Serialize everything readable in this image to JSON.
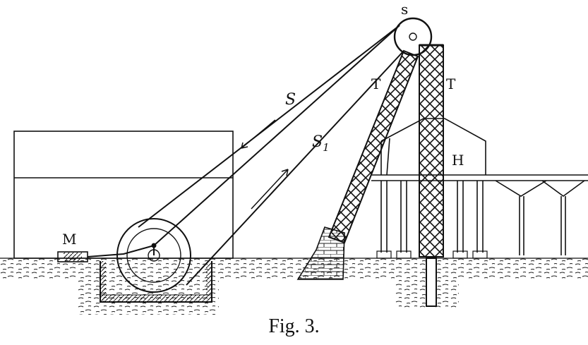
{
  "labels": {
    "sheave": "s",
    "rope_down": "S",
    "rope_up": "S",
    "rope_up_sub": "1",
    "tower_left": "T",
    "tower_right": "T",
    "house": "H",
    "motor": "M"
  },
  "caption": "Fig. 3."
}
